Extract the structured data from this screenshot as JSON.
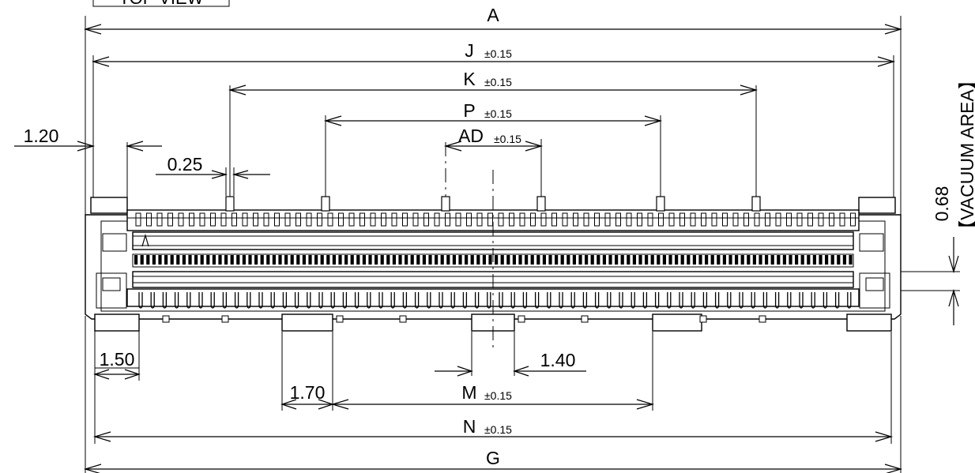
{
  "view_title": "TOP VIEW",
  "vacuum_label": "【VACUUM AREA】",
  "dimensions": {
    "A": {
      "label": "A",
      "tol": ""
    },
    "J": {
      "label": "J",
      "tol": "±0.15"
    },
    "K": {
      "label": "K",
      "tol": "±0.15"
    },
    "P": {
      "label": "P",
      "tol": "±0.15"
    },
    "AD": {
      "label": "AD",
      "tol": "±0.15"
    },
    "M": {
      "label": "M",
      "tol": "±0.15"
    },
    "N": {
      "label": "N",
      "tol": "±0.15"
    },
    "G": {
      "label": "G",
      "tol": ""
    },
    "d120": "1.20",
    "d025": "0.25",
    "d150": "1.50",
    "d170": "1.70",
    "d140": "1.40",
    "d068": "0.68"
  }
}
